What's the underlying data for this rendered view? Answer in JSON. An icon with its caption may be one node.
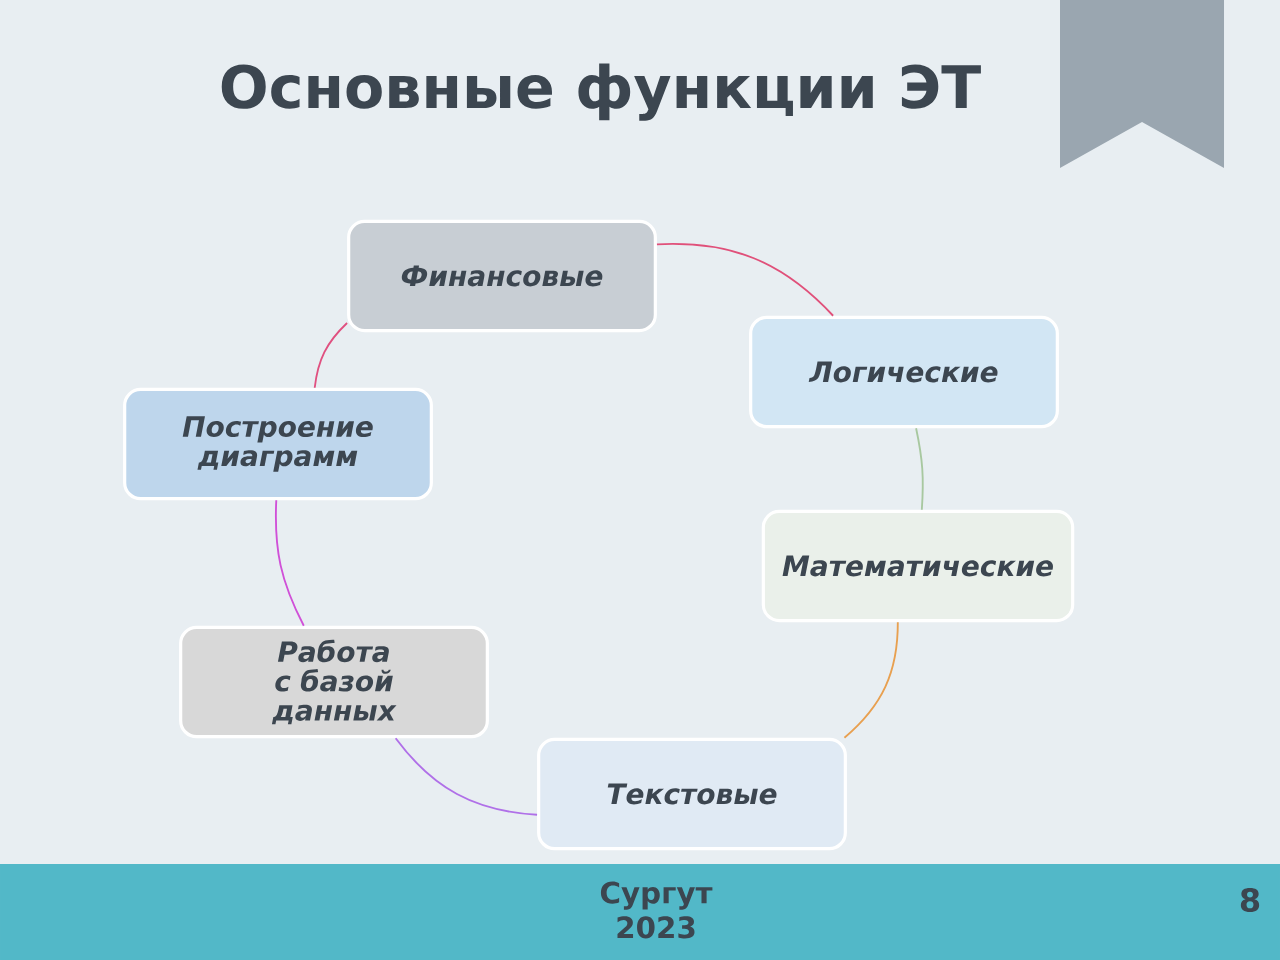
{
  "diagram": {
    "title": "Основные функции ЭТ",
    "nodes": [
      {
        "text": [
          "Финансовые"
        ]
      },
      {
        "text": [
          "Логические"
        ]
      },
      {
        "text": [
          "Построение диаграмм"
        ]
      },
      {
        "text": [
          "Математические"
        ]
      },
      {
        "text": [
          "Работа с базой данных"
        ]
      },
      {
        "text": [
          "Текстовые"
        ]
      }
    ],
    "edges": [
      {
        "from": 0,
        "to": 1,
        "arrow": "none",
        "color": "#e0507a"
      },
      {
        "from": 1,
        "to": 3,
        "arrow": "none",
        "color": "#a8c8a0"
      },
      {
        "from": 3,
        "to": 5,
        "arrow": "none",
        "color": "#e8a050"
      },
      {
        "from": 5,
        "to": 4,
        "arrow": "none",
        "color": "#b070e8"
      },
      {
        "from": 4,
        "to": 2,
        "arrow": "none",
        "color": "#d050d8"
      },
      {
        "from": 2,
        "to": 0,
        "arrow": "none",
        "color": "#e05080"
      }
    ],
    "labels": [
      "Сургут 2023",
      "8"
    ]
  }
}
